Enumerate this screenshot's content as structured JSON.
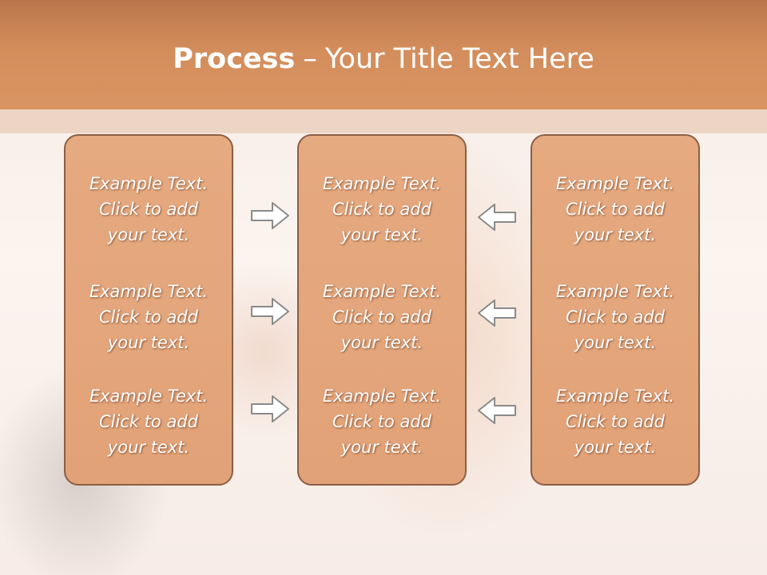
{
  "header": {
    "title_bold": "Process",
    "title_sep": "–",
    "title_rest": "Your Title Text Here"
  },
  "columns": [
    {
      "items": [
        {
          "line1": "Example Text.",
          "line2": "Click  to add",
          "line3": "your text."
        },
        {
          "line1": "Example Text.",
          "line2": "Click  to add",
          "line3": "your text."
        },
        {
          "line1": "Example Text.",
          "line2": "Click  to add",
          "line3": "your text."
        }
      ]
    },
    {
      "items": [
        {
          "line1": "Example Text.",
          "line2": "Click  to add",
          "line3": "your text."
        },
        {
          "line1": "Example Text.",
          "line2": "Click  to add",
          "line3": "your text."
        },
        {
          "line1": "Example Text.",
          "line2": "Click  to add",
          "line3": "your text."
        }
      ]
    },
    {
      "items": [
        {
          "line1": "Example Text.",
          "line2": "Click  to add",
          "line3": "your text."
        },
        {
          "line1": "Example Text.",
          "line2": "Click  to add",
          "line3": "your text."
        },
        {
          "line1": "Example Text.",
          "line2": "Click  to add",
          "line3": "your text."
        }
      ]
    }
  ],
  "icons": {
    "left_arrows": "arrow-right-icon",
    "right_arrows": "arrow-left-icon"
  },
  "colors": {
    "header": "#d38d5c",
    "box_fill": "#e4a77c",
    "box_border": "#8b5e44",
    "arrow": "#8a8a8a"
  }
}
